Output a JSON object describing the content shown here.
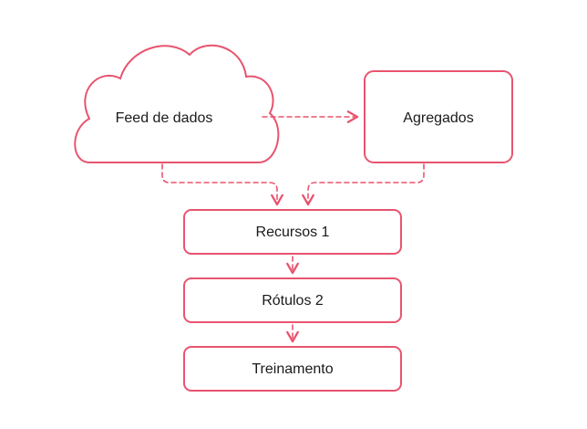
{
  "diagram": {
    "accent_color": "#e8546f",
    "nodes": {
      "feed": {
        "label": "Feed de dados",
        "shape": "cloud"
      },
      "aggregates": {
        "label": "Agregados",
        "shape": "rounded-rect"
      },
      "features": {
        "label": "Recursos 1",
        "shape": "rounded-rect"
      },
      "labels": {
        "label": "Rótulos 2",
        "shape": "rounded-rect"
      },
      "training": {
        "label": "Treinamento",
        "shape": "rounded-rect"
      }
    },
    "edges": [
      {
        "from": "Feed de dados",
        "to": "Agregados",
        "style": "dashed"
      },
      {
        "from": "Feed de dados",
        "to": "Recursos 1",
        "style": "dashed"
      },
      {
        "from": "Agregados",
        "to": "Recursos 1",
        "style": "dashed"
      },
      {
        "from": "Recursos 1",
        "to": "Rótulos 2",
        "style": "dashed"
      },
      {
        "from": "Rótulos 2",
        "to": "Treinamento",
        "style": "dashed"
      }
    ]
  }
}
